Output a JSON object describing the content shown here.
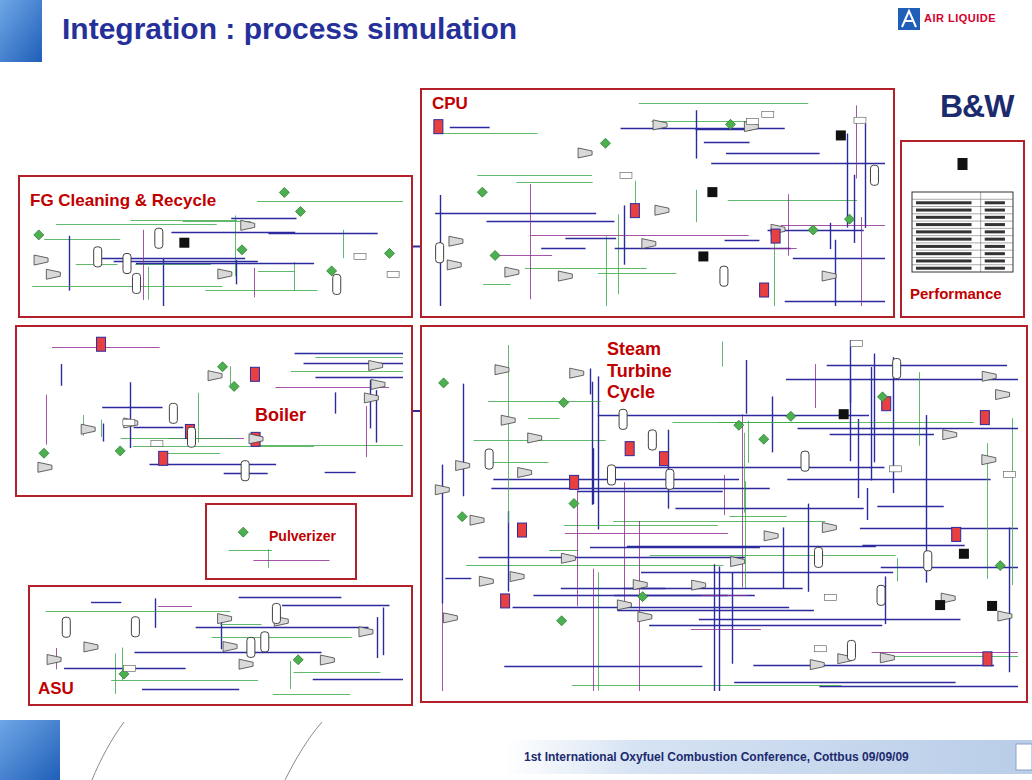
{
  "diagram": {
    "title": "Integration : process simulation",
    "nodes": [
      {
        "text": [
          "CPU"
        ]
      },
      {
        "text": [
          "Performance"
        ]
      },
      {
        "text": [
          "FG Cleaning & Recycle"
        ]
      },
      {
        "text": [
          "Boiler"
        ]
      },
      {
        "text": [
          "Steam Turbine Cycle"
        ]
      },
      {
        "text": [
          "Pulverizer"
        ]
      },
      {
        "text": [
          "ASU"
        ]
      }
    ],
    "edges": [
      {
        "from": 2,
        "to": 0,
        "arrow": "none"
      },
      {
        "from": 3,
        "to": 4,
        "arrow": "none"
      }
    ],
    "labels": [
      "AIR LIQUIDE",
      "B&W",
      "1st International Oxyfuel Combustion Conference, Cottbus 09/09/09"
    ]
  }
}
